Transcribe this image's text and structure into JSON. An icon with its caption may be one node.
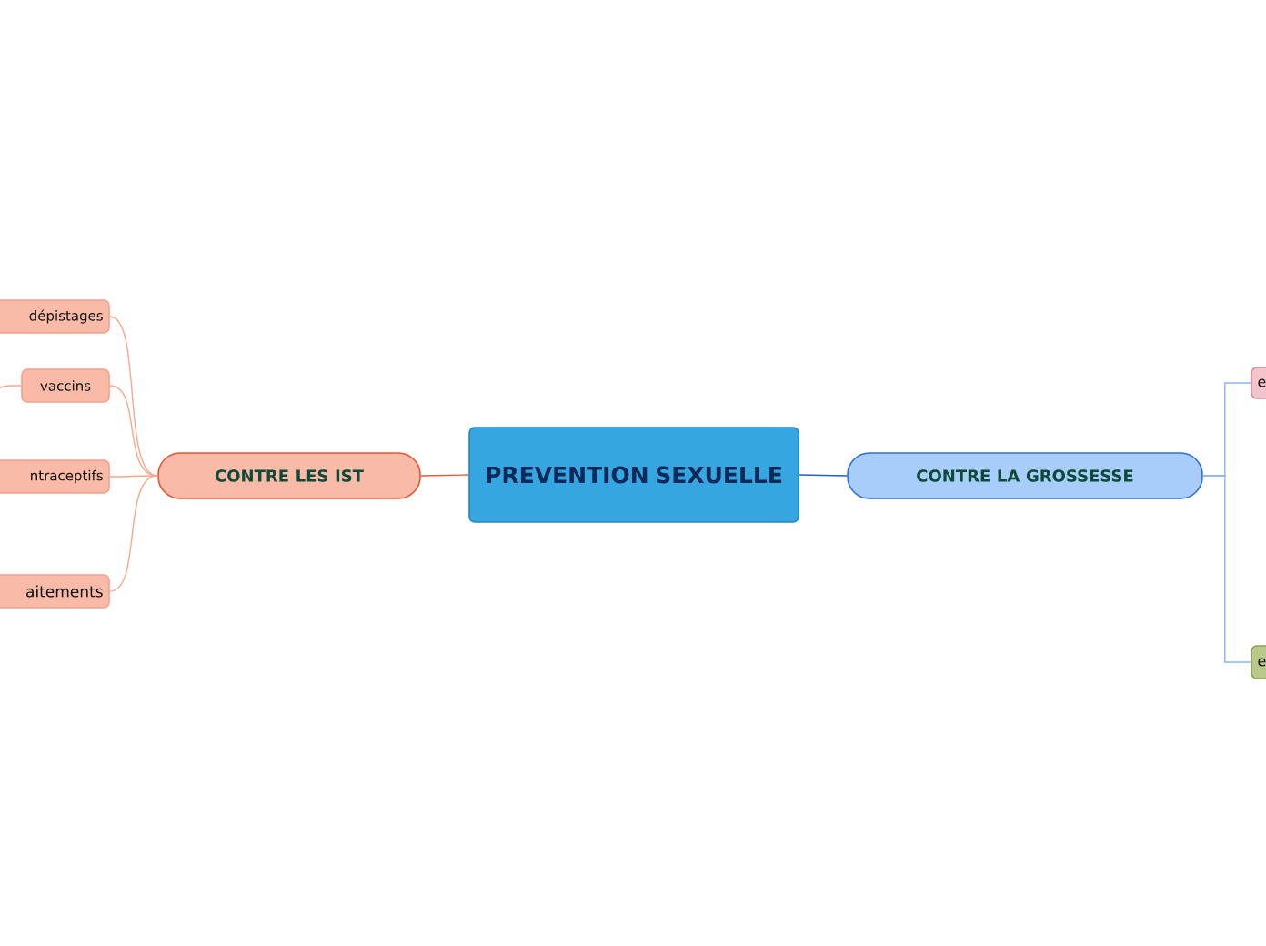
{
  "diagram": {
    "nodes": [
      {
        "text": [
          "PREVENTION SEXUELLE"
        ]
      },
      {
        "text": [
          "CONTRE LES IST"
        ]
      },
      {
        "text": [
          "CONTRE LA GROSSESSE"
        ]
      },
      {
        "text": [
          "dépistages"
        ]
      },
      {
        "text": [
          "vaccins"
        ]
      },
      {
        "text": [
          "ntraceptifs"
        ]
      },
      {
        "text": [
          "aitements"
        ]
      },
      {
        "text": [
          "e"
        ]
      },
      {
        "text": [
          "e"
        ]
      }
    ],
    "edges": [
      {
        "from": 0,
        "to": 1,
        "arrow": "none",
        "color": "#e8552f"
      },
      {
        "from": 0,
        "to": 2,
        "arrow": "none",
        "color": "#1f5fc8"
      },
      {
        "from": 1,
        "to": 3,
        "arrow": "none",
        "color": "#f8a88a"
      },
      {
        "from": 1,
        "to": 4,
        "arrow": "none",
        "color": "#f8a88a"
      },
      {
        "from": 1,
        "to": 5,
        "arrow": "none",
        "color": "#f8a88a"
      },
      {
        "from": 1,
        "to": 6,
        "arrow": "none",
        "color": "#f8a88a"
      },
      {
        "from": 2,
        "to": 7,
        "arrow": "none",
        "color": "#8ab4f0"
      },
      {
        "from": 2,
        "to": 8,
        "arrow": "none",
        "color": "#8ab4f0"
      },
      {
        "from": 4,
        "to": null,
        "arrow": "none",
        "color": "#f8a88a"
      }
    ]
  }
}
